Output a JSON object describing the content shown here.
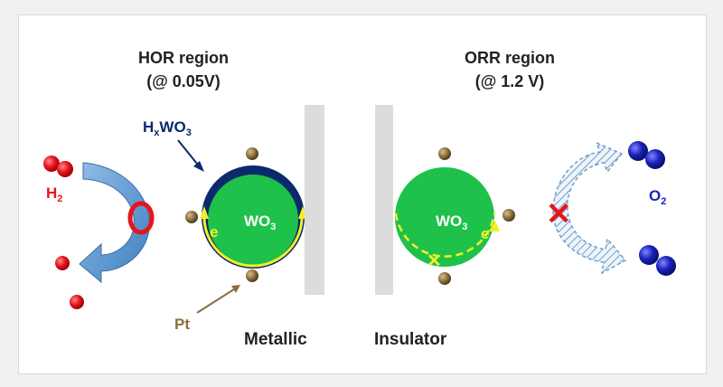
{
  "hor": {
    "title": "HOR region",
    "potential": "(@ 0.05V)",
    "hydrogen": "H",
    "hydrogen_sub": "2",
    "hxwo3_h": "H",
    "hxwo3_x": "x",
    "hxwo3_wo": "WO",
    "hxwo3_3": "3",
    "wo3": "WO",
    "wo3_sub": "3",
    "electron": "e",
    "pt": "Pt",
    "state": "Metallic",
    "mark": "O"
  },
  "orr": {
    "title": "ORR region",
    "potential": "(@ 1.2 V)",
    "oxygen": "O",
    "oxygen_sub": "2",
    "wo3": "WO",
    "wo3_sub": "3",
    "electron": "e",
    "state": "Insulator",
    "mark": "✕"
  },
  "colors": {
    "green": "#1ec24a",
    "navy": "#0b2a6b",
    "yellow": "#f3ef2a",
    "pt_brown": "#8a6e3c",
    "h2_red": "#e8141c",
    "o2_blue": "#1a22b8",
    "arrow_blue": "#5b9bd5",
    "gray_bar": "#dcdcdc"
  }
}
